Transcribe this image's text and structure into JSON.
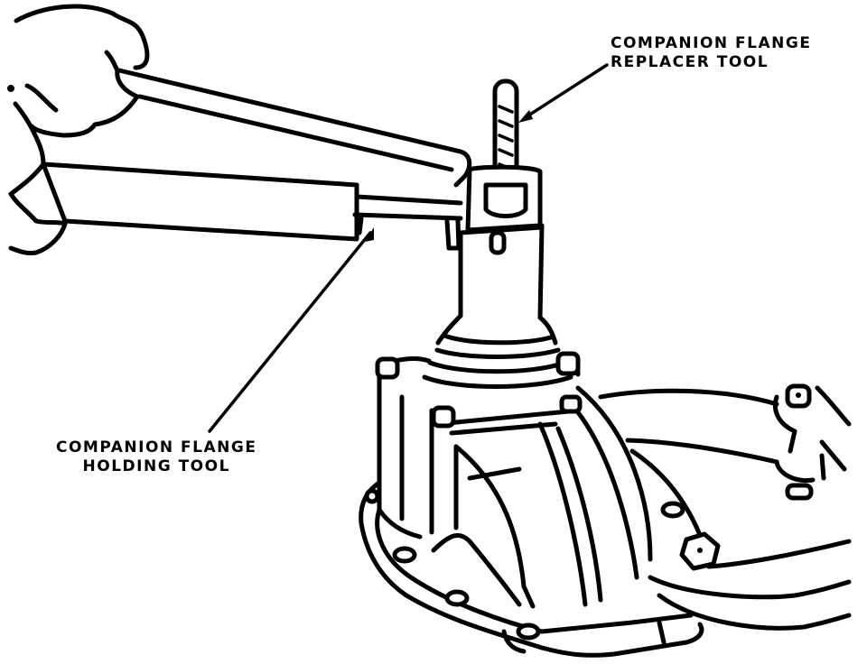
{
  "figure": {
    "labels": {
      "replacer_tool": [
        "COMPANION FLANGE",
        "REPLACER TOOL"
      ],
      "holding_tool": [
        "COMPANION FLANGE",
        "HOLDING TOOL"
      ]
    },
    "colors": {
      "ink": "#000000",
      "paper": "#ffffff"
    }
  }
}
